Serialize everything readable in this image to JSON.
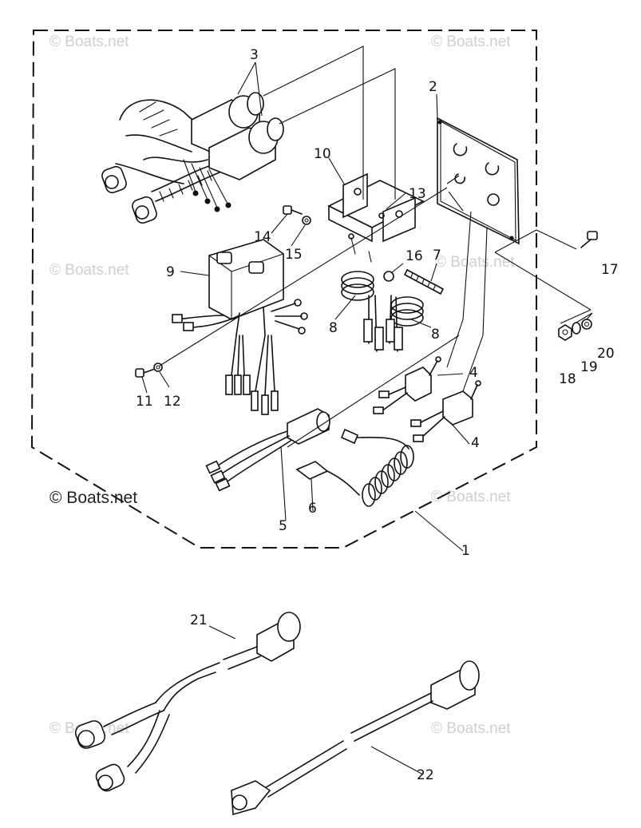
{
  "watermarks": [
    {
      "text": "© Boats.net",
      "style": "light"
    },
    {
      "text": "© Boats.net",
      "style": "light"
    },
    {
      "text": "© Boats.net",
      "style": "light"
    },
    {
      "text": "© Boats.net",
      "style": "light"
    },
    {
      "text": "© Boats.net",
      "style": "light"
    },
    {
      "text": "© Boats.net",
      "style": "light"
    },
    {
      "text": "© Boats.net",
      "style": "light"
    },
    {
      "text": "© Boats.net",
      "style": "dark"
    }
  ],
  "callouts": [
    {
      "id": "1",
      "text": "1"
    },
    {
      "id": "2",
      "text": "2"
    },
    {
      "id": "3",
      "text": "3"
    },
    {
      "id": "4a",
      "text": "4"
    },
    {
      "id": "4b",
      "text": "4"
    },
    {
      "id": "5",
      "text": "5"
    },
    {
      "id": "6",
      "text": "6"
    },
    {
      "id": "7",
      "text": "7"
    },
    {
      "id": "8a",
      "text": "8"
    },
    {
      "id": "8b",
      "text": "8"
    },
    {
      "id": "9",
      "text": "9"
    },
    {
      "id": "10",
      "text": "10"
    },
    {
      "id": "11",
      "text": "11"
    },
    {
      "id": "12",
      "text": "12"
    },
    {
      "id": "13",
      "text": "13"
    },
    {
      "id": "14",
      "text": "14"
    },
    {
      "id": "15",
      "text": "15"
    },
    {
      "id": "16",
      "text": "16"
    },
    {
      "id": "17",
      "text": "17"
    },
    {
      "id": "18",
      "text": "18"
    },
    {
      "id": "19",
      "text": "19"
    },
    {
      "id": "20",
      "text": "20"
    },
    {
      "id": "21",
      "text": "21"
    },
    {
      "id": "22",
      "text": "22"
    }
  ]
}
